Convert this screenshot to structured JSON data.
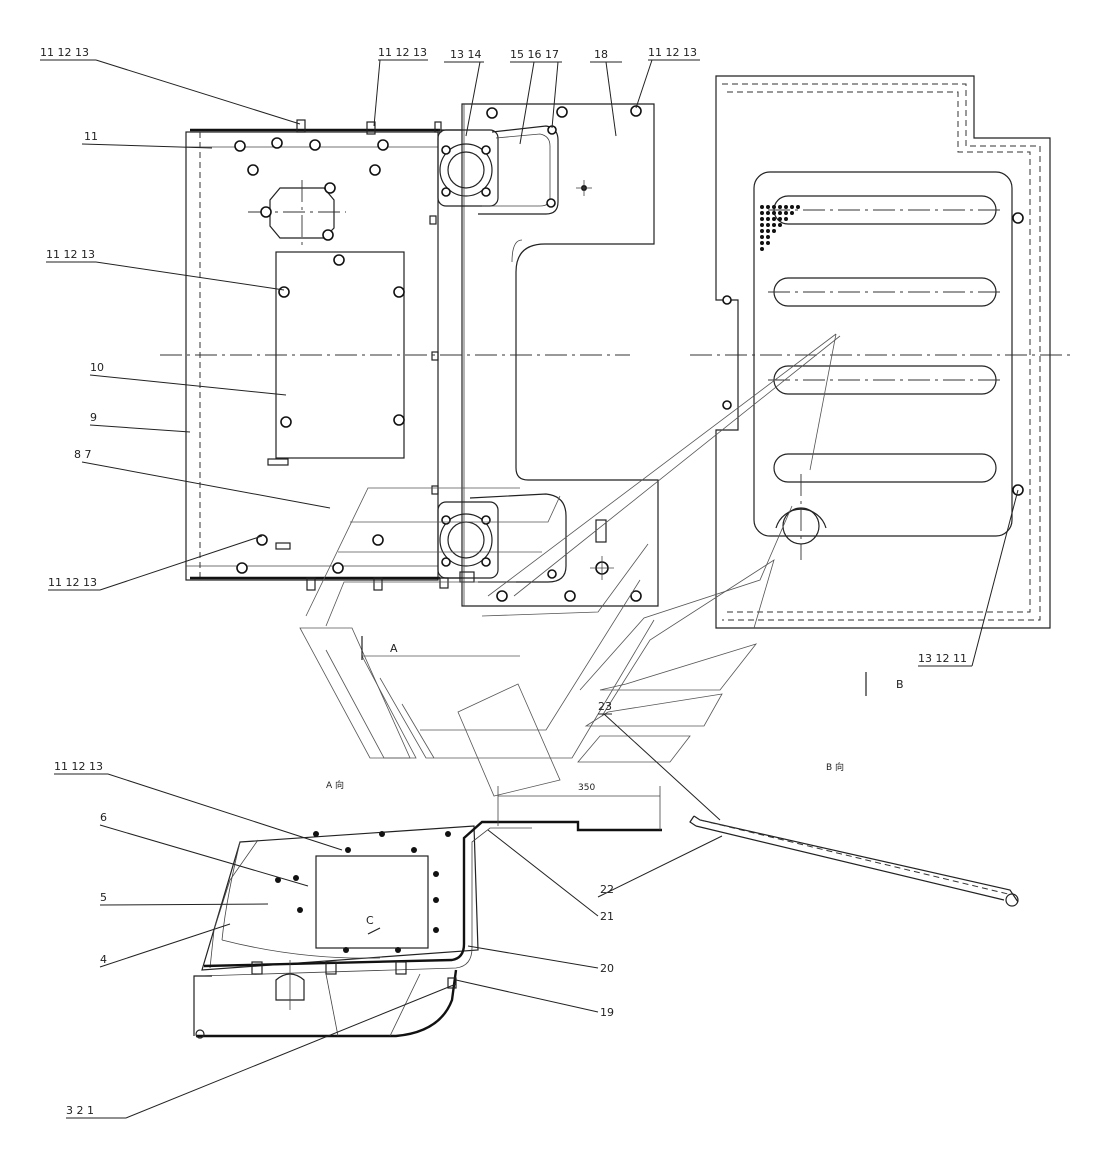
{
  "labels": {
    "top_left_callout": "11 12 13",
    "top_mid_callout": "11 12 13",
    "top_13_14": "13  14",
    "top_15_16_17": "15  16  17",
    "top_18": "18",
    "top_right_callout": "11 12 13",
    "p11": "11",
    "left_mid_callout": "11 12 13",
    "p10": "10",
    "p9": "9",
    "p8_7": "8  7",
    "left_low_callout": "11 12 13",
    "right_low_callout": "13 12 11",
    "view_a_mark": "A",
    "view_b_mark": "B",
    "view_a_caption": "A 向",
    "view_b_caption": "B 向",
    "dim_350": "350",
    "lower_callout": "11 12 13",
    "p6": "6",
    "p5": "5",
    "p4": "4",
    "p23": "23",
    "p22": "22",
    "p21": "21",
    "p20": "20",
    "p19": "19",
    "p3_2_1": "3  2  1",
    "view_c_mark": "C"
  }
}
